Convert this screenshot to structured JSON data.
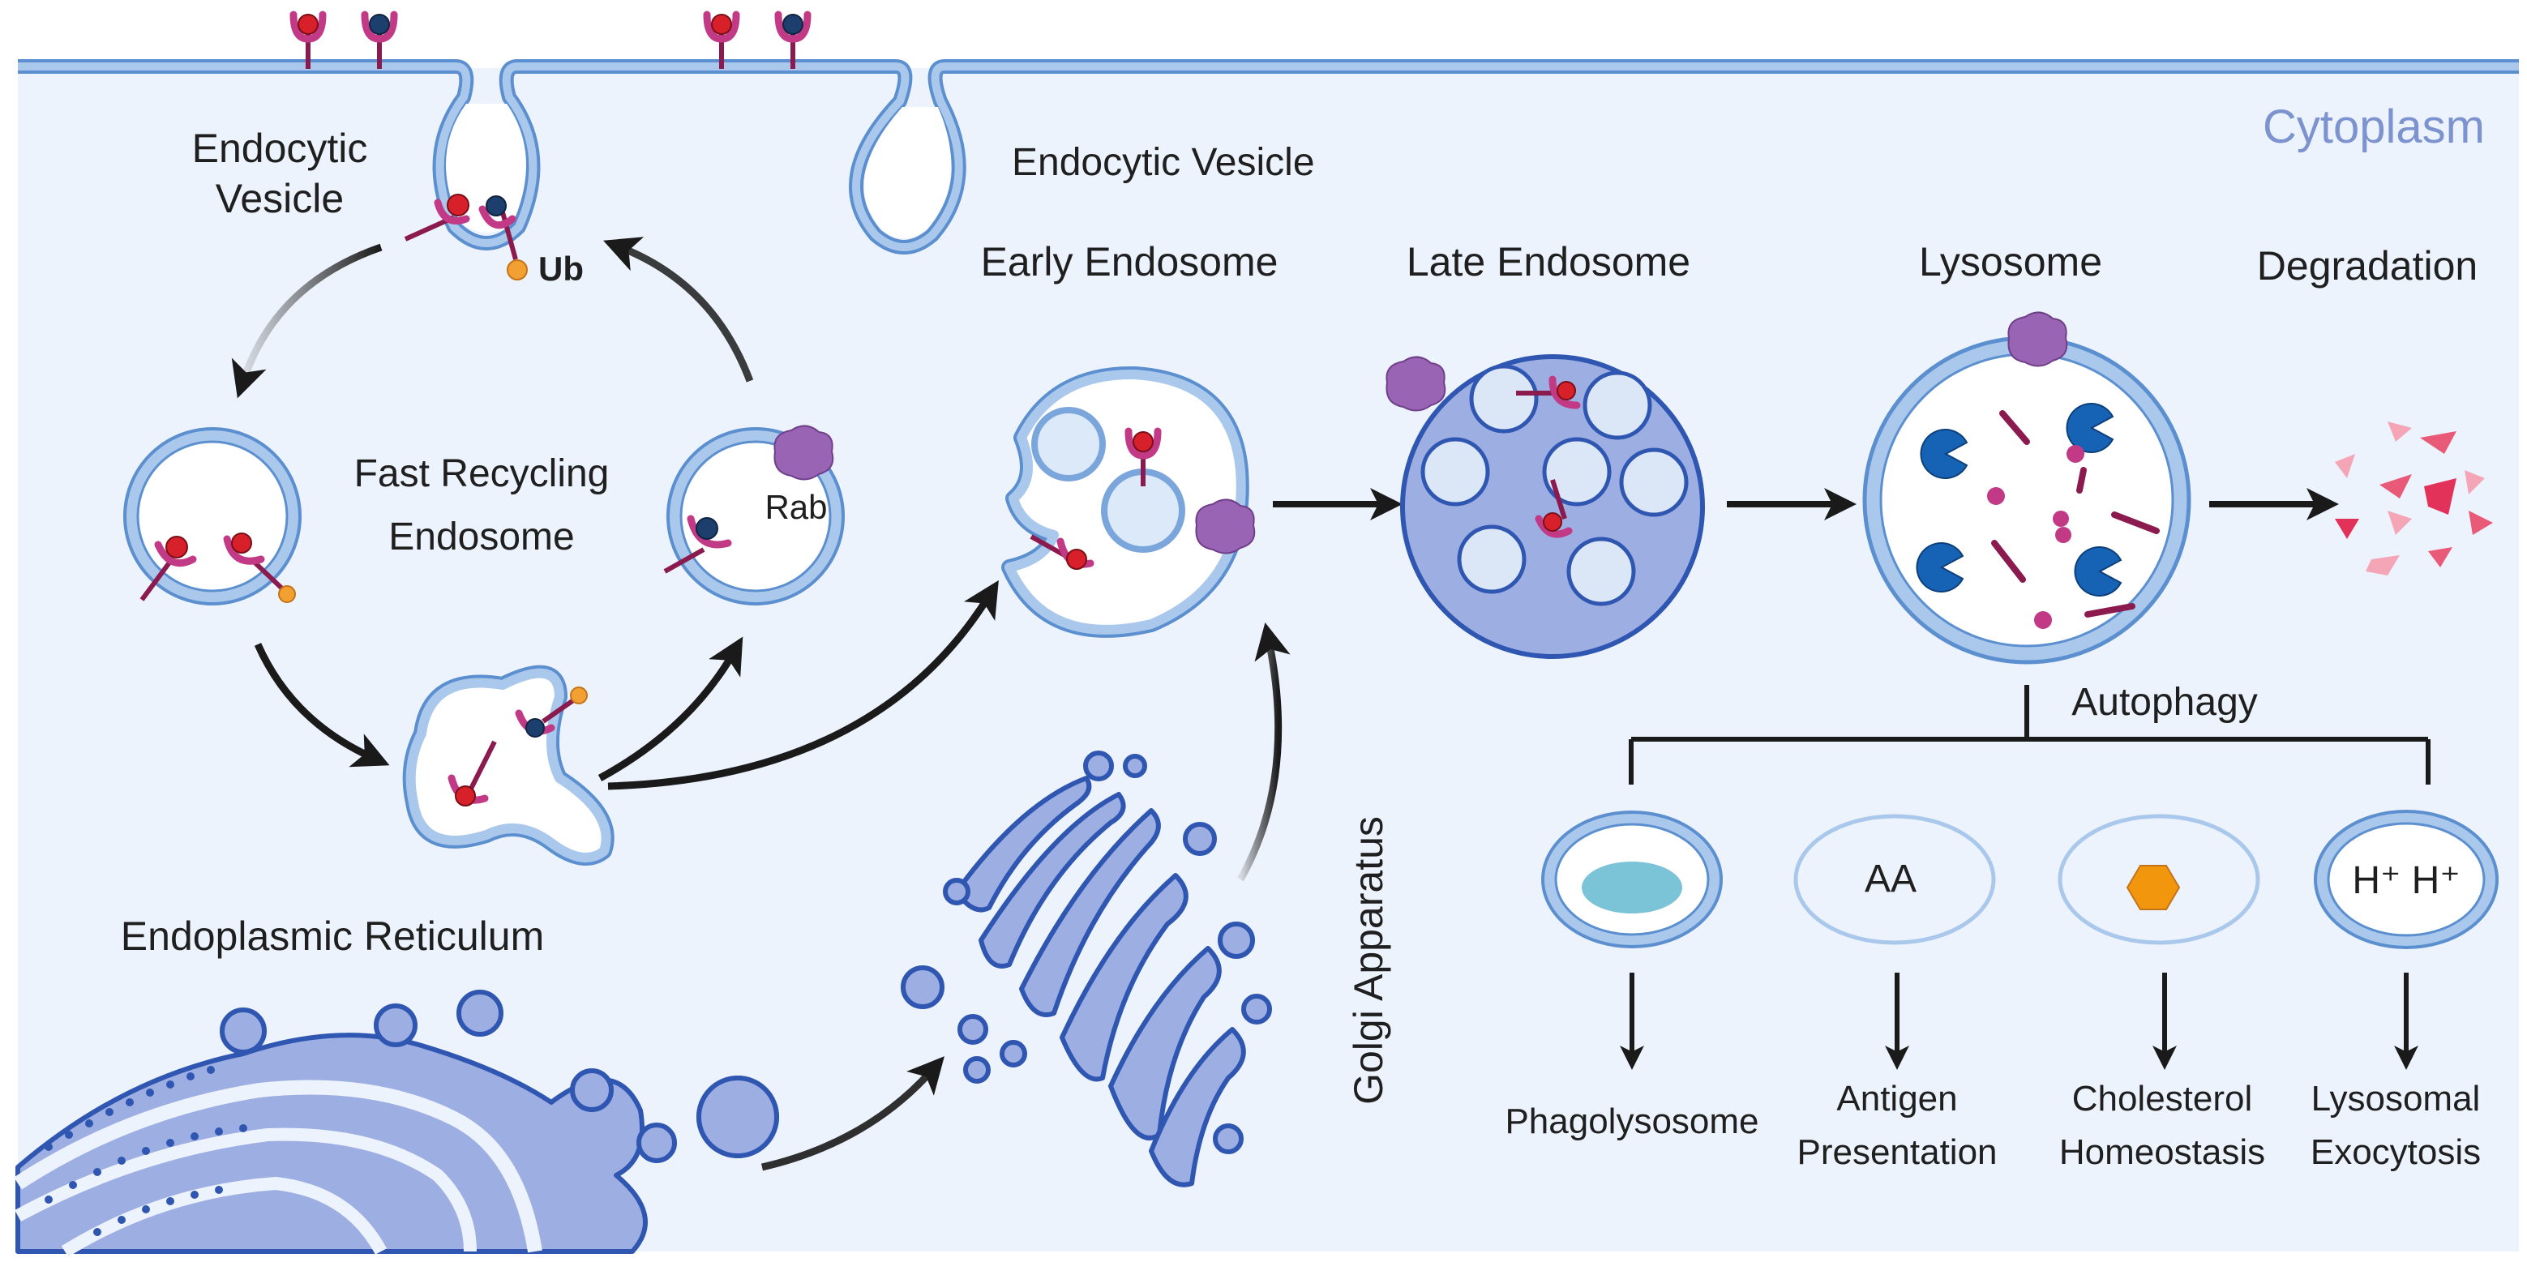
{
  "labels": {
    "cytoplasm": "Cytoplasm",
    "endocytic_vesicle_left_line1": "Endocytic",
    "endocytic_vesicle_left_line2": "Vesicle",
    "endocytic_vesicle_right": "Endocytic Vesicle",
    "ubiquitin": "Ub",
    "fast_recycling_line1": "Fast Recycling",
    "fast_recycling_line2": "Endosome",
    "rab": "Rab",
    "early_endosome": "Early Endosome",
    "late_endosome": "Late Endosome",
    "lysosome": "Lysosome",
    "degradation": "Degradation",
    "autophagy": "Autophagy",
    "endoplasmic_reticulum": "Endoplasmic Reticulum",
    "golgi_apparatus": "Golgi Apparatus",
    "aa": "AA",
    "hydrogen_ions": "H⁺ H⁺",
    "phagolysosome": "Phagolysosome",
    "antigen_line1": "Antigen",
    "antigen_line2": "Presentation",
    "cholesterol_line1": "Cholesterol",
    "cholesterol_line2": "Homeostasis",
    "exocytosis_line1": "Lysosomal",
    "exocytosis_line2": "Exocytosis"
  },
  "colors": {
    "background": "#edf3fc",
    "membrane": "#a9c8ec",
    "membrane_outline": "#5b8fcf",
    "organelle_fill": "#9daee3",
    "organelle_dark": "#2f56b0",
    "receptor": "#8b1b4e",
    "receptor_cup": "#c23a86",
    "ligand_red": "#d8202a",
    "ligand_navy": "#1d3f6e",
    "rab_protein": "#9a64b5",
    "pacman": "#1662b5",
    "ubiquitin": "#f2a031",
    "cholesterol": "#f2960e",
    "phagosome_cargo": "#7bc3d6",
    "degradation_fragments": "#e85a78",
    "arrow": "#1a1a1a"
  }
}
